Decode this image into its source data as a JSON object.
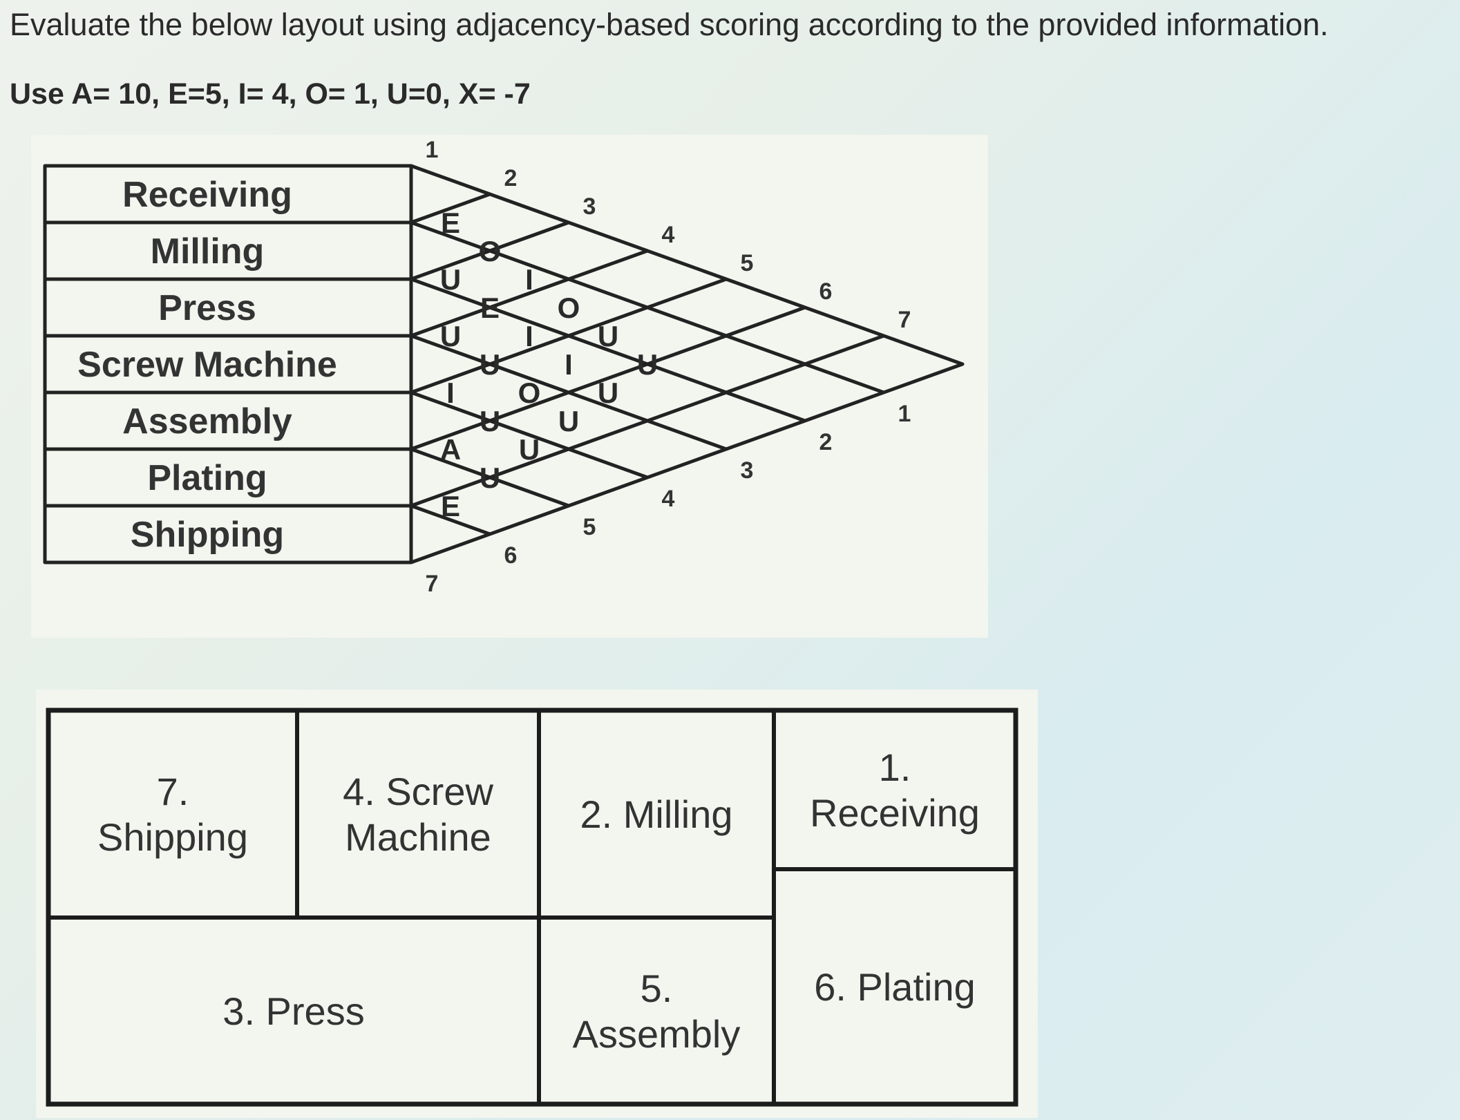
{
  "header": {
    "question": "Evaluate the below layout using adjacency-based scoring according to the provided information.",
    "values": "Use A= 10, E=5, I= 4, O= 1, U=0, X= -7"
  },
  "relationship_chart": {
    "departments": [
      "Receiving",
      "Milling",
      "Press",
      "Screw Machine",
      "Assembly",
      "Plating",
      "Shipping"
    ],
    "codes": {
      "1-2": "E",
      "1-3": "O",
      "1-4": "I",
      "1-5": "O",
      "1-6": "U",
      "1-7": "U",
      "2-3": "U",
      "2-4": "E",
      "2-5": "I",
      "2-6": "I",
      "2-7": "U",
      "3-4": "U",
      "3-5": "U",
      "3-6": "O",
      "3-7": "U",
      "4-5": "I",
      "4-6": "U",
      "4-7": "U",
      "5-6": "A",
      "5-7": "U",
      "6-7": "E"
    },
    "top_numbers": [
      "1",
      "2",
      "3",
      "4",
      "5",
      "6",
      "7"
    ],
    "bottom_numbers": [
      "7",
      "6",
      "5",
      "4",
      "3",
      "2",
      "1"
    ]
  },
  "layout": {
    "cells": [
      {
        "id": "shipping",
        "lines": [
          "7.",
          "Shipping"
        ]
      },
      {
        "id": "screw-machine",
        "lines": [
          "4. Screw",
          "Machine"
        ]
      },
      {
        "id": "milling",
        "lines": [
          "2. Milling"
        ]
      },
      {
        "id": "receiving",
        "lines": [
          "1.",
          "Receiving"
        ]
      },
      {
        "id": "press",
        "lines": [
          "3. Press"
        ]
      },
      {
        "id": "assembly",
        "lines": [
          "5.",
          "Assembly"
        ]
      },
      {
        "id": "plating",
        "lines": [
          "6. Plating"
        ]
      }
    ]
  }
}
